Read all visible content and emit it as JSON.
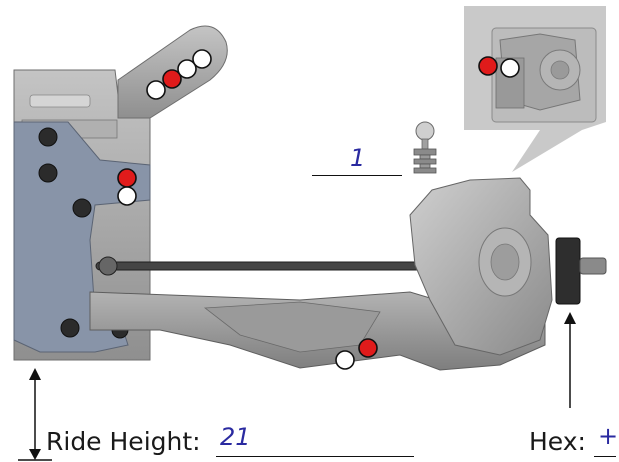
{
  "callouts": {
    "camber_link_value": "1",
    "ride_height_label": "Ride Height:",
    "ride_height_value": "21",
    "hex_label": "Hex:",
    "hex_value": "+"
  },
  "colors": {
    "hole_active": "#e01b1b",
    "hole_open": "#ffffff",
    "value_text": "#2a2aa0",
    "part_grey": "#a3a3a3",
    "plate_blue": "#8894a8"
  }
}
